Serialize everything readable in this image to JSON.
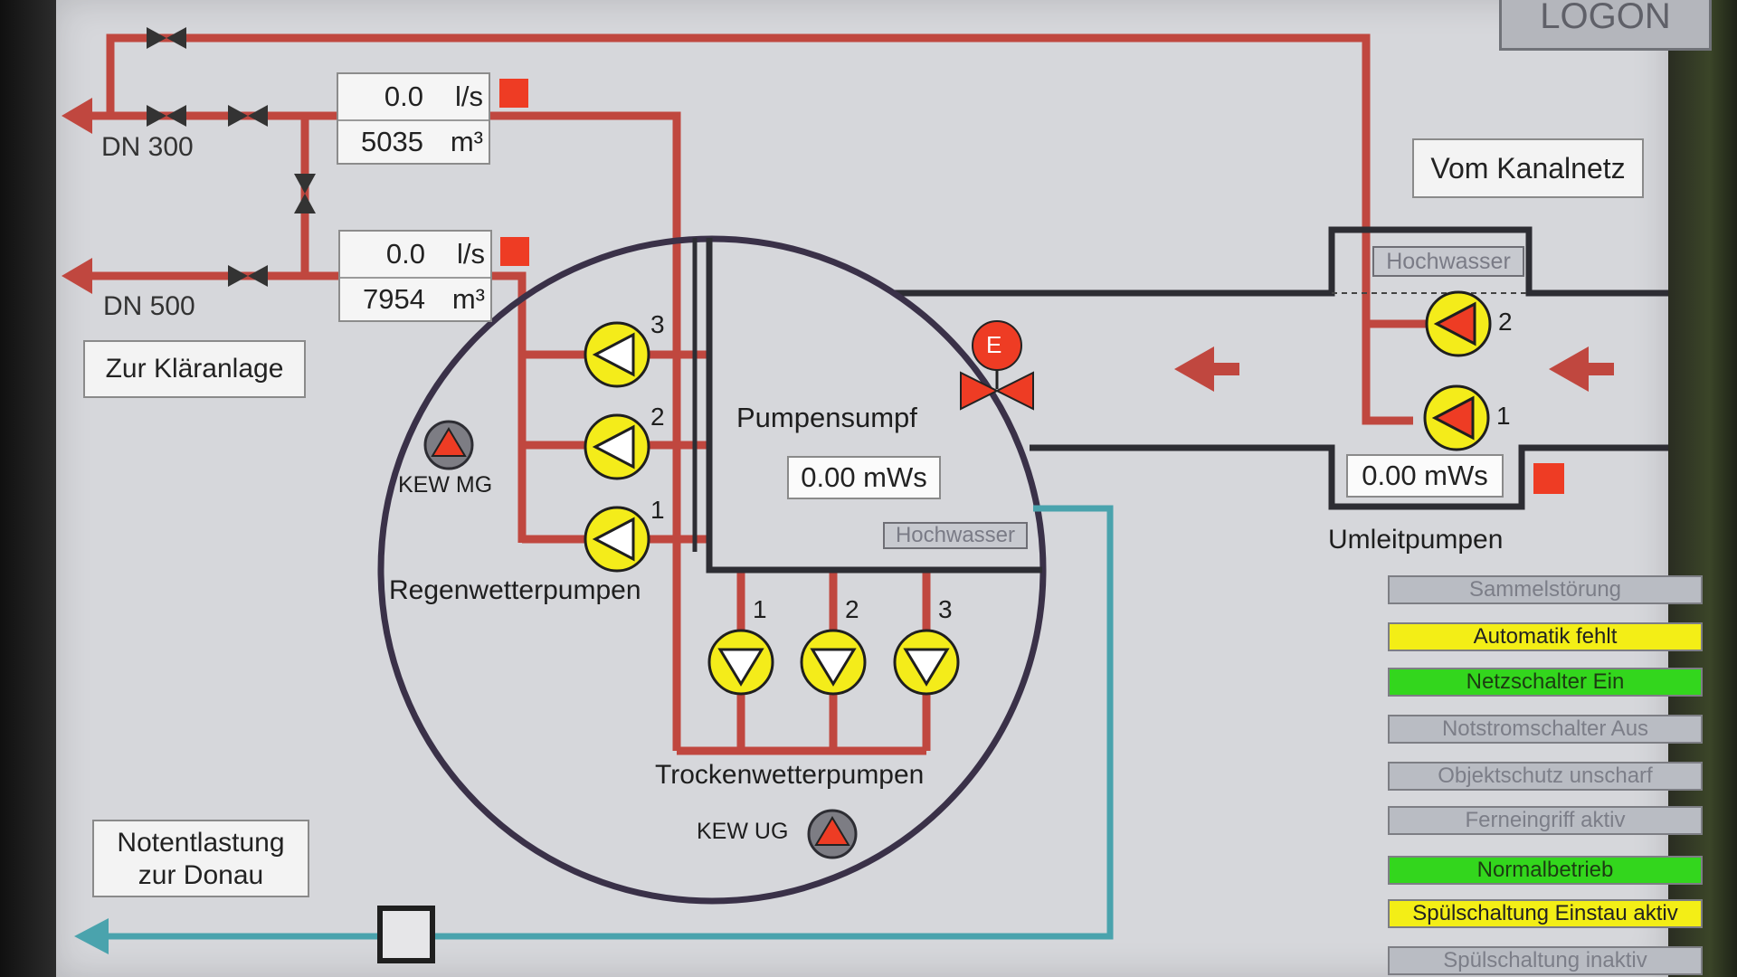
{
  "logon_label": "LOGON",
  "outlets": {
    "dn300_label": "DN 300",
    "dn500_label": "DN 500",
    "to_plant_label": "Zur Kläranlage",
    "emergency_label_line1": "Notentlastung",
    "emergency_label_line2": "zur Donau"
  },
  "meters": [
    {
      "flow": "0.0",
      "flow_unit": "l/s",
      "volume": "5035",
      "volume_unit": "m³"
    },
    {
      "flow": "0.0",
      "flow_unit": "l/s",
      "volume": "7954",
      "volume_unit": "m³"
    }
  ],
  "inlet_label": "Vom Kanalnetz",
  "sump": {
    "title": "Pumpensumpf",
    "level": "0.00  mWs",
    "high_water": "Hochwasser",
    "valve_label": "E"
  },
  "rain_pumps": {
    "title": "Regenwetterpumpen",
    "numbers": [
      "3",
      "2",
      "1"
    ],
    "kew_label": "KEW MG"
  },
  "dry_pumps": {
    "title": "Trockenwetterpumpen",
    "numbers": [
      "1",
      "2",
      "3"
    ],
    "kew_label": "KEW UG"
  },
  "bypass": {
    "title": "Umleitpumpen",
    "high_water": "Hochwasser",
    "level": "0.00  mWs",
    "numbers": [
      "2",
      "1"
    ]
  },
  "status_list": [
    {
      "label": "Sammelstörung",
      "state": "grey"
    },
    {
      "label": "Automatik fehlt",
      "state": "yellow"
    },
    {
      "label": "Netzschalter Ein",
      "state": "green"
    },
    {
      "label": "Notstromschalter Aus",
      "state": "grey"
    },
    {
      "label": "Objektschutz unscharf",
      "state": "grey"
    },
    {
      "label": "Ferneingriff aktiv",
      "state": "grey"
    },
    {
      "label": "Normalbetrieb",
      "state": "green"
    },
    {
      "label": "Spülschaltung Einstau aktiv",
      "state": "yellow"
    },
    {
      "label": "Spülschaltung inaktiv",
      "state": "grey"
    }
  ],
  "colors": {
    "pipe_red": "#c0473f",
    "pipe_teal": "#4aa3ad",
    "pump_yellow": "#f4ec1a",
    "alarm_red": "#ee3c24",
    "status_green": "#33d61d",
    "status_yellow": "#f3ee16",
    "status_grey": "#b9bcc3"
  }
}
